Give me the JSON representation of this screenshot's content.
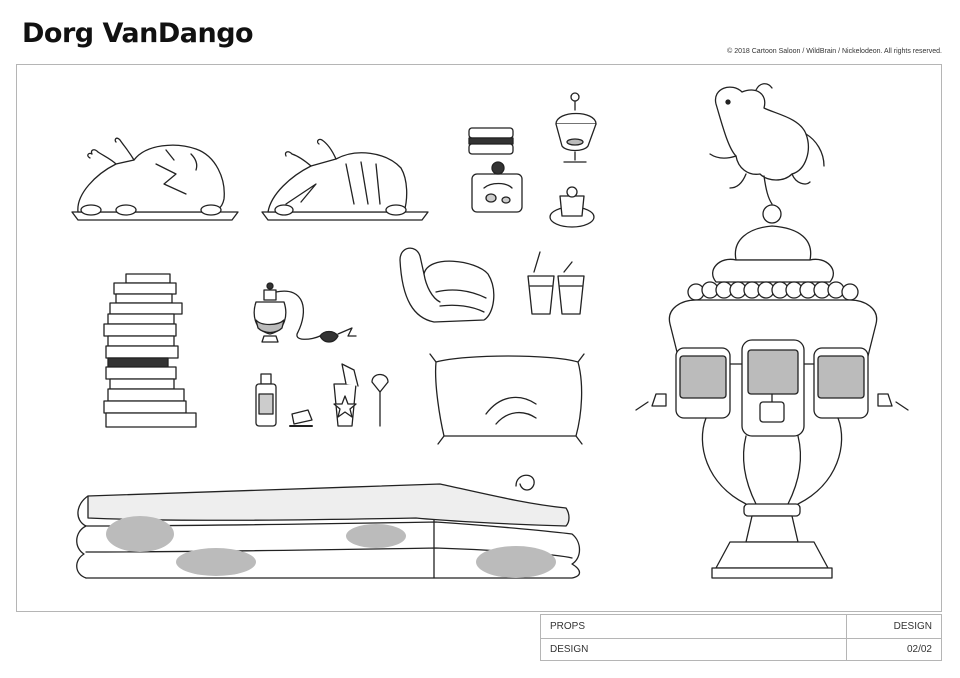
{
  "header": {
    "logo_text": "Dorg VanDango",
    "copyright": "© 2018 Cartoon Saloon / WildBrain / Nickelodeon. All rights reserved."
  },
  "title_block": {
    "row1_left": "PROPS",
    "row1_right": "DESIGN",
    "row2_left": "DESIGN",
    "row2_right": "02/02"
  },
  "props": [
    "roast-chicken-icon",
    "cut-roast-chicken-icon",
    "sandwich-icon",
    "sundae-glass-icon",
    "lunch-box-icon",
    "cake-slice-icon",
    "book-stack-icon",
    "perfume-bottle-icon",
    "oven-mitt-icon",
    "drink-cups-icon",
    "toiletries-icon",
    "pillow-icon",
    "mattress-icon",
    "cow-dispenser-trophy-icon"
  ]
}
